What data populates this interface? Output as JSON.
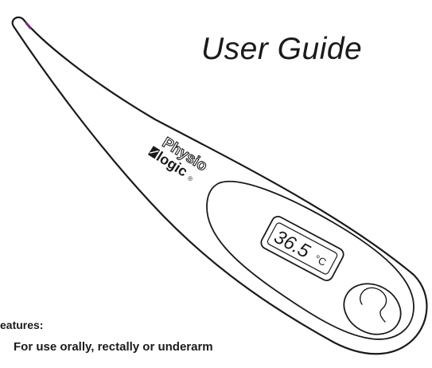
{
  "document": {
    "title": "User Guide",
    "features_heading": "eatures:",
    "features": [
      "For use orally, rectally or underarm"
    ]
  },
  "thermometer": {
    "brand_top": "Physio",
    "brand_bottom": "logic",
    "registered_mark": "®",
    "display_reading": "36.5",
    "display_unit": "°C",
    "colors": {
      "outline": "#1a1a1a",
      "tip_band": "#7a2e7a"
    }
  }
}
